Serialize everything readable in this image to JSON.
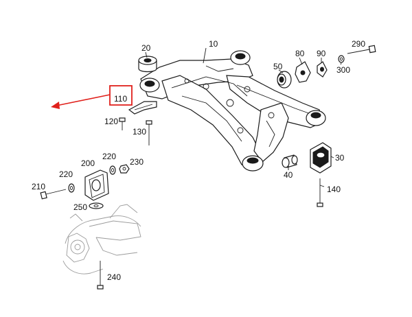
{
  "diagram": {
    "highlight_color": "#e0201b",
    "callouts": {
      "p10": "10",
      "p20": "20",
      "p30": "30",
      "p40": "40",
      "p50": "50",
      "p80": "80",
      "p90": "90",
      "p110": "110",
      "p120": "120",
      "p130": "130",
      "p140": "140",
      "p200": "200",
      "p210": "210",
      "p220a": "220",
      "p220b": "220",
      "p230": "230",
      "p240": "240",
      "p250": "250",
      "p290": "290",
      "p300": "300"
    },
    "highlighted_part": "110"
  }
}
